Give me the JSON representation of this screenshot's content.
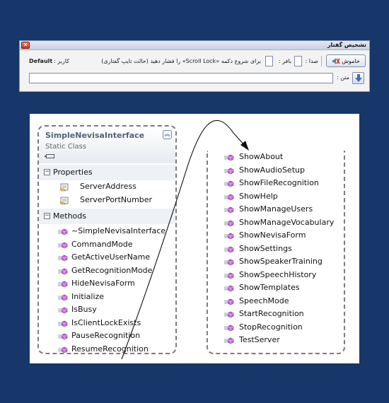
{
  "toolbar_window": {
    "title": "تشخیص گفتار",
    "button_off_label": "خاموش",
    "sound_label": "صدا :",
    "buffer_label": "بافر :",
    "instruction": "برای شروع دکمه «Scroll Lock» را فشار دهید (حالت تایپ گفتاری)",
    "user_label": "کاربر :",
    "user_value": "Default",
    "text_label": "متن :",
    "text_value": ""
  },
  "class_diagram": {
    "class_name": "SimpleNevisaInterface",
    "class_kind": "Static Class",
    "properties_header": "Properties",
    "properties": [
      "ServerAddress",
      "ServerPortNumber"
    ],
    "methods_header": "Methods",
    "methods_left": [
      "~SimpleNevisaInterface",
      "CommandMode",
      "GetActiveUserName",
      "GetRecognitionMode",
      "HideNevisaForm",
      "Initialize",
      "IsBusy",
      "IsClientLockExists",
      "PauseRecognition",
      "ResumeRecognition"
    ],
    "methods_right": [
      "ShowAbout",
      "ShowAudioSetup",
      "ShowFileRecognition",
      "ShowHelp",
      "ShowManageUsers",
      "ShowManageVocabulary",
      "ShowNevisaForm",
      "ShowSettings",
      "ShowSpeakerTraining",
      "ShowSpeechHistory",
      "ShowTemplates",
      "SpeechMode",
      "StartRecognition",
      "StopRecognition",
      "TestServer"
    ]
  },
  "icons": {
    "method": "method-cube-icon",
    "property": "property-hand-icon",
    "close": "close-icon",
    "collapse": "double-chevron-up-icon",
    "mute": "speaker-mute-icon",
    "send": "arrow-down-icon"
  },
  "colors": {
    "background": "#17376a",
    "class_name": "#51627e",
    "method_icon": "#c46ad6"
  }
}
